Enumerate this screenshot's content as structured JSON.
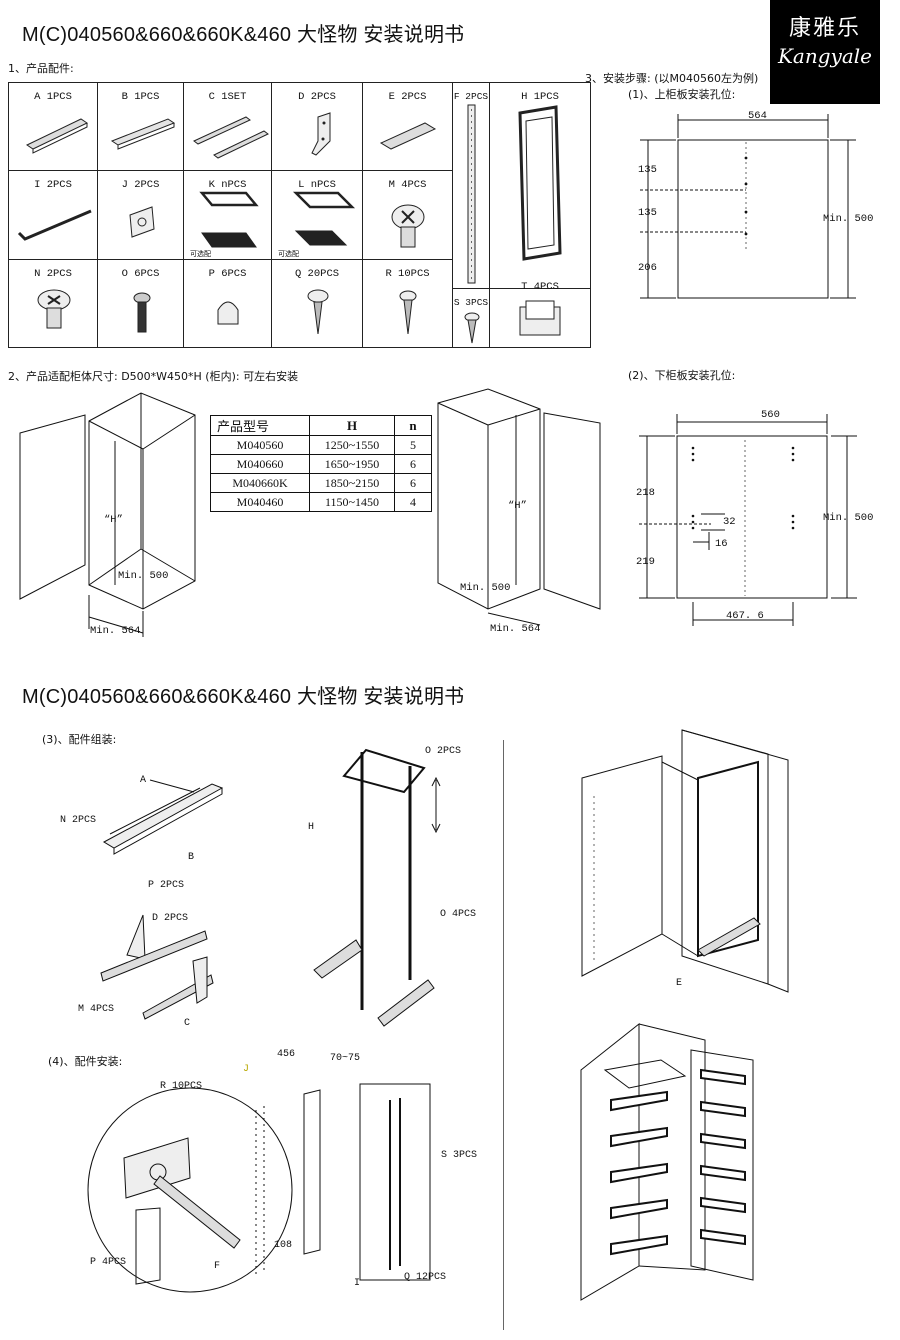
{
  "title_top": "M(C)040560&660&660K&460 大怪物  安装说明书",
  "title_mid": "M(C)040560&660&660K&460 大怪物  安装说明书",
  "logo": {
    "cn": "康雅乐",
    "en": "Kangyale"
  },
  "sections": {
    "parts": "1、产品配件:",
    "cabinet": "2、产品适配柜体尺寸: D500*W450*H (柜内): 可左右安装",
    "steps": "3、安装步骤: (以M040560左为例)",
    "upper": "(1)、上柜板安装孔位:",
    "lower": "(2)、下柜板安装孔位:",
    "assembly": "(3)、配件组装:",
    "install": "(4)、配件安装:"
  },
  "parts": {
    "A": "A  1PCS",
    "B": "B  1PCS",
    "C": "C  1SET",
    "D": "D  2PCS",
    "E": "E  2PCS",
    "F": "F  2PCS",
    "H": "H  1PCS",
    "I": "I  2PCS",
    "J": "J  2PCS",
    "K": "K  nPCS",
    "L": "L  nPCS",
    "M": "M  4PCS",
    "N": "N  2PCS",
    "O": "O  6PCS",
    "P": "P  6PCS",
    "Q": "Q  20PCS",
    "R": "R  10PCS",
    "S": "S  3PCS",
    "T": "T  4PCS",
    "optional_k": "可选配",
    "optional_l": "可选配"
  },
  "model_table": {
    "headers": [
      "产品型号",
      "H",
      "n"
    ],
    "rows": [
      [
        "M040560",
        "1250~1550",
        "5"
      ],
      [
        "M040660",
        "1650~1950",
        "6"
      ],
      [
        "M040660K",
        "1850~2150",
        "6"
      ],
      [
        "M040460",
        "1150~1450",
        "4"
      ]
    ]
  },
  "cabinet_dims": {
    "h_label": "“H”",
    "min500": "Min. 500",
    "min564": "Min. 564"
  },
  "upper_plate": {
    "width": "564",
    "d1": "135",
    "d2": "135",
    "d3": "206",
    "depth": "Min. 500"
  },
  "lower_plate": {
    "width": "560",
    "d1": "218",
    "d2": "219",
    "hole_a": "32",
    "hole_b": "16",
    "depth": "Min. 500",
    "bottom": "467. 6"
  },
  "assembly_callouts": {
    "a": "A",
    "n": "N  2PCS",
    "b": "B",
    "p": "P  2PCS",
    "d": "D  2PCS",
    "m": "M  4PCS",
    "c": "C",
    "o_top": "O  2PCS",
    "h": "H",
    "o_mid": "O  4PCS",
    "e": "E"
  },
  "install_callouts": {
    "r": "R  10PCS",
    "j": "J",
    "w456": "456",
    "w7075": "70~75",
    "s": "S  3PCS",
    "p": "P  4PCS",
    "f": "F",
    "d108": "108",
    "i": "I",
    "q": "Q  12PCS"
  },
  "colors": {
    "accent_j": "#b8a800",
    "line": "#111111"
  }
}
